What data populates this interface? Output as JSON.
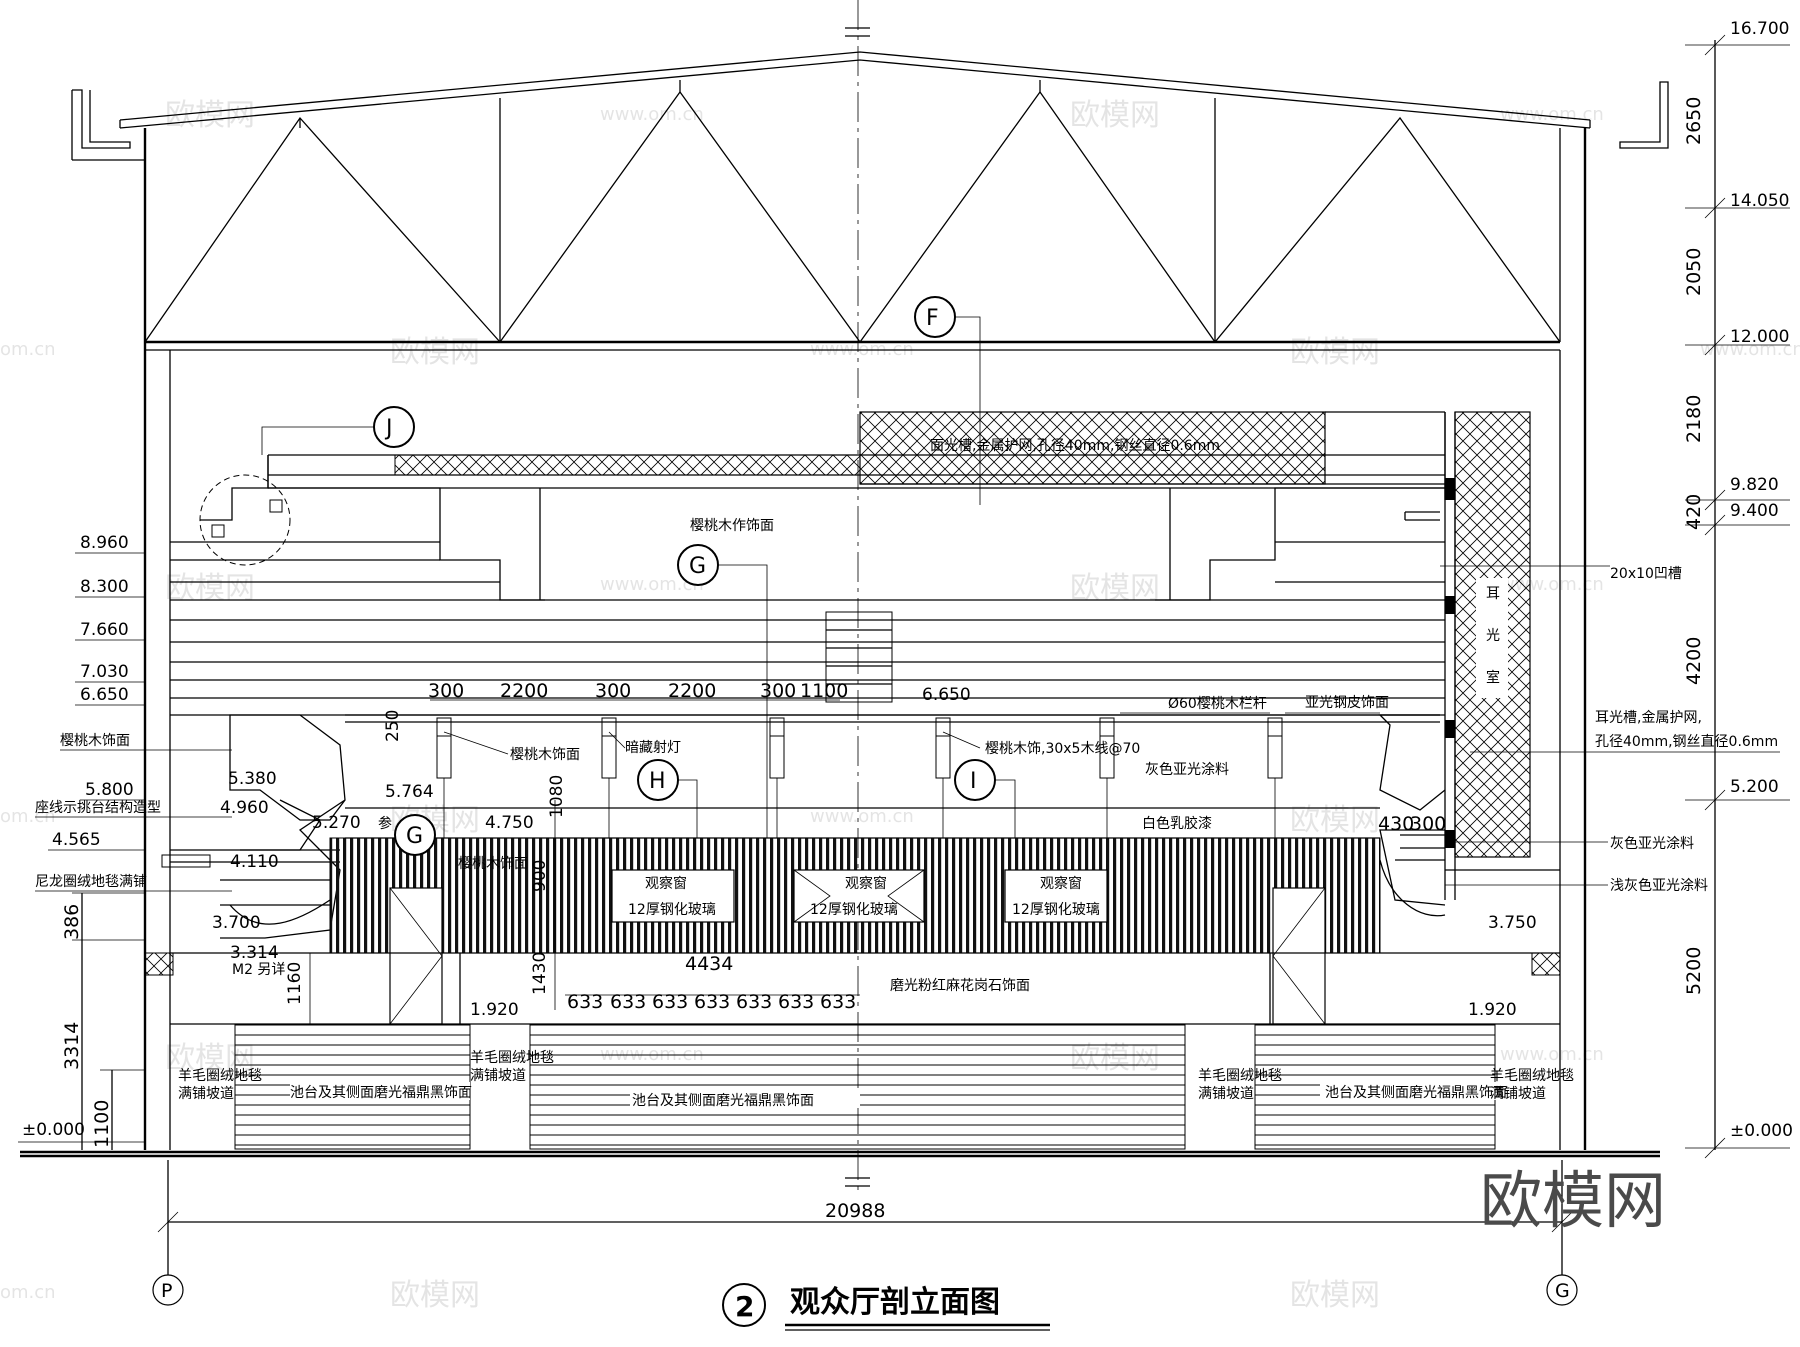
{
  "title": "观众厅剖立面图",
  "title_number": "2",
  "watermark": "欧模网",
  "watermark_url": "www.om.cn",
  "watermark_short": "om.cn",
  "overall_width": "20988",
  "axes": {
    "left": "P",
    "right": "G"
  },
  "callouts": [
    "F",
    "J",
    "G",
    "G",
    "H",
    "I"
  ],
  "right_elevations": [
    "16.700",
    "14.050",
    "12.000",
    "9.820",
    "9.400",
    "5.200",
    "±0.000"
  ],
  "right_dims": [
    "2650",
    "2050",
    "2180",
    "420",
    "4200",
    "5200"
  ],
  "left_elevations": [
    "8.960",
    "8.300",
    "7.660",
    "7.030",
    "6.650",
    "5.800",
    "4.565",
    "±0.000"
  ],
  "left_dims": [
    "386",
    "3314",
    "1100"
  ],
  "inner_elevations": [
    "5.380",
    "4.960",
    "4.110",
    "3.700",
    "3.314",
    "5.764",
    "5.270",
    "4.750",
    "6.650",
    "1.920",
    "1.920",
    "3.750"
  ],
  "top_dims": [
    "300",
    "2200",
    "300",
    "2200",
    "300",
    "1100"
  ],
  "vertical_dims": [
    "250",
    "1080",
    "900",
    "1430",
    "1160"
  ],
  "bottom_dims": [
    "4434",
    "633",
    "633",
    "633",
    "633",
    "633",
    "633",
    "633"
  ],
  "small_dims": [
    "430",
    "300"
  ],
  "labels": {
    "ceiling_mesh": "面光槽,金属护网,孔径40mm,钢丝直径0.6mm",
    "cherry_ceiling": "樱桃木作饰面",
    "groove": "20x10凹槽",
    "ear_light_room_1": "耳",
    "ear_light_room_2": "光",
    "ear_light_room_3": "室",
    "ear_light_note_1": "耳光槽,金属护网,",
    "ear_light_note_2": "孔径40mm,钢丝直径0.6mm",
    "cherry_left": "樱桃木饰面",
    "balcony_note": "座线示挑台结构造型",
    "carpet_left": "尼龙圈绒地毯满铺",
    "cherry_mid": "樱桃木饰面",
    "downlight": "暗藏射灯",
    "cherry_strip": "樱桃木饰,30x5木线@70",
    "railing": "Ø60樱桃木栏杆",
    "leather": "亚光钢皮饰面",
    "grey_paint": "灰色亚光涂料",
    "white_latex": "白色乳胶漆",
    "cherry_lower": "樱桃木饰面",
    "window_1_a": "观察窗",
    "window_1_b": "12厚钢化玻璃",
    "window_2_a": "观察窗",
    "window_2_b": "12厚钢化玻璃",
    "window_3_a": "观察窗",
    "window_3_b": "12厚钢化玻璃",
    "grey_paint_right": "灰色亚光涂料",
    "light_grey_paint": "浅灰色亚光涂料",
    "granite": "磨光粉红麻花岗石饰面",
    "door_m2": "M2 另详",
    "wool_carpet_1_a": "羊毛圈绒地毯",
    "wool_carpet_1_b": "满铺坡道",
    "wool_carpet_2_a": "羊毛圈绒地毯",
    "wool_carpet_2_b": "满铺坡道",
    "wool_carpet_3_a": "羊毛圈绒地毯",
    "wool_carpet_3_b": "满铺坡道",
    "wool_carpet_4_a": "羊毛圈绒地毯",
    "wool_carpet_4_b": "满铺坡道",
    "stage_left": "池台及其侧面磨光福鼎黑饰面",
    "stage_mid": "池台及其侧面磨光福鼎黑饰面",
    "stage_right": "池台及其侧面磨光福鼎黑饰面",
    "ref_mark": "参"
  }
}
